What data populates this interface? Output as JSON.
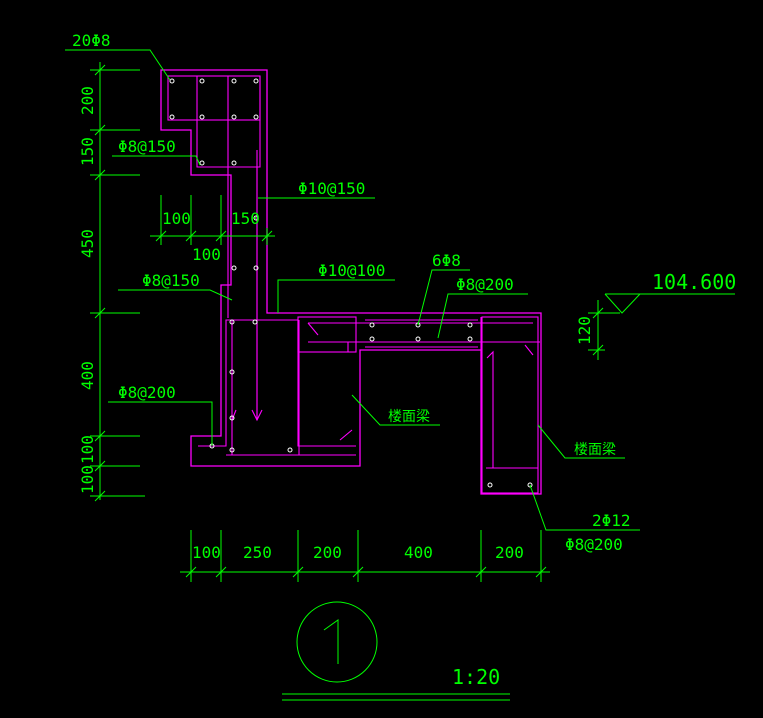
{
  "colors": {
    "background": "#000000",
    "outline": "#ff00ff",
    "rebar": "#ff00ff",
    "dimension": "#00ff00",
    "text": "#00ff00",
    "bar_dot": "#ffffff"
  },
  "rebar_labels": {
    "top_corner": "20Φ8",
    "stirrup_top": "Φ8@150",
    "wall_vertical": "Φ10@150",
    "stirrup_mid": "Φ8@150",
    "slab_edge": "Φ10@100",
    "slab_top_count": "6Φ8",
    "slab_top_spacing": "Φ8@200",
    "bottom_stirrup": "Φ8@200",
    "beam_bottom_count": "2Φ12",
    "beam_stirrup": "Φ8@200"
  },
  "dimensions": {
    "vertical": [
      "200",
      "150",
      "450",
      "400",
      "100",
      "100"
    ],
    "horizontal": [
      "100",
      "250",
      "200",
      "400",
      "200"
    ],
    "inner_left": "100",
    "inner_mid": "150",
    "inner_lower": "100",
    "slab_thickness": "120"
  },
  "elevation": "104.600",
  "beam_labels": {
    "left": "楼面梁",
    "right": "楼面梁"
  },
  "detail": {
    "number": "1",
    "scale": "1:20"
  }
}
